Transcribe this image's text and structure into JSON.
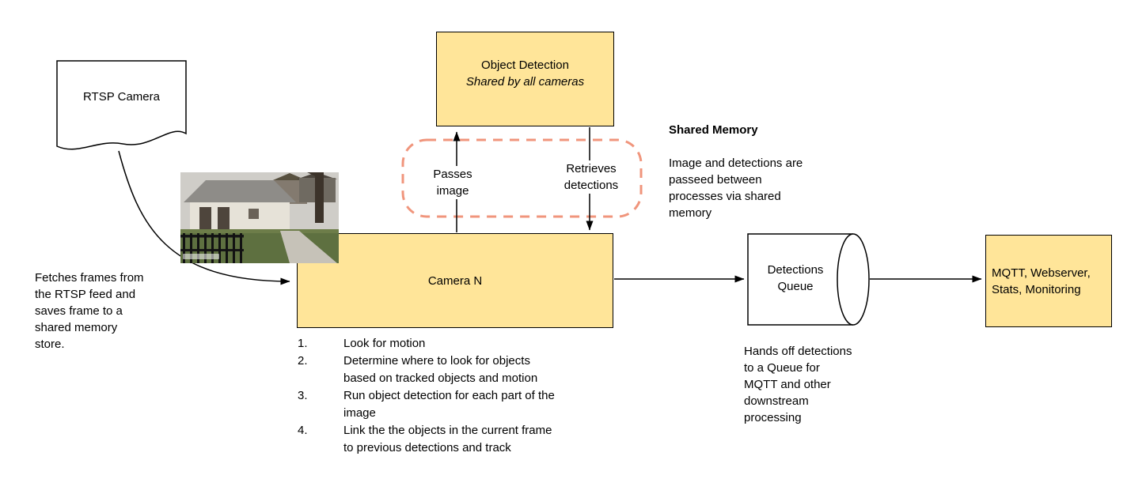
{
  "colors": {
    "node_fill": "#ffe599",
    "node_border": "#000000",
    "shared_memory_dash": "#f0957c",
    "arrow": "#000000"
  },
  "nodes": {
    "rtsp_camera": {
      "label": "RTSP Camera"
    },
    "object_detection": {
      "title": "Object Detection",
      "subtitle": "Shared by all cameras"
    },
    "camera_n": {
      "label": "Camera N"
    },
    "detections_queue": {
      "label": "Detections\nQueue"
    },
    "outputs": {
      "label": "MQTT, Webserver,\nStats, Monitoring"
    }
  },
  "edges": {
    "passes_image": {
      "label": "Passes\nimage"
    },
    "retrieves_detections": {
      "label": "Retrieves\ndetections"
    }
  },
  "notes": {
    "fetch": "Fetches frames from\nthe RTSP feed and\nsaves frame to a\nshared memory\nstore.",
    "shared_memory_title": "Shared Memory",
    "shared_memory_body": "Image and detections are\npasseed between\nprocesses via shared\nmemory",
    "queue_handoff": "Hands off detections\nto a Queue for\nMQTT and other\ndownstream\nprocessing"
  },
  "camera_steps": [
    {
      "num": "1.",
      "text": "Look for motion"
    },
    {
      "num": "2.",
      "text": "Determine where to look for objects\nbased on tracked objects and motion"
    },
    {
      "num": "3.",
      "text": "Run object detection for each part of the\nimage"
    },
    {
      "num": "4.",
      "text": "Link the the objects in the current frame\nto previous detections and track"
    }
  ]
}
